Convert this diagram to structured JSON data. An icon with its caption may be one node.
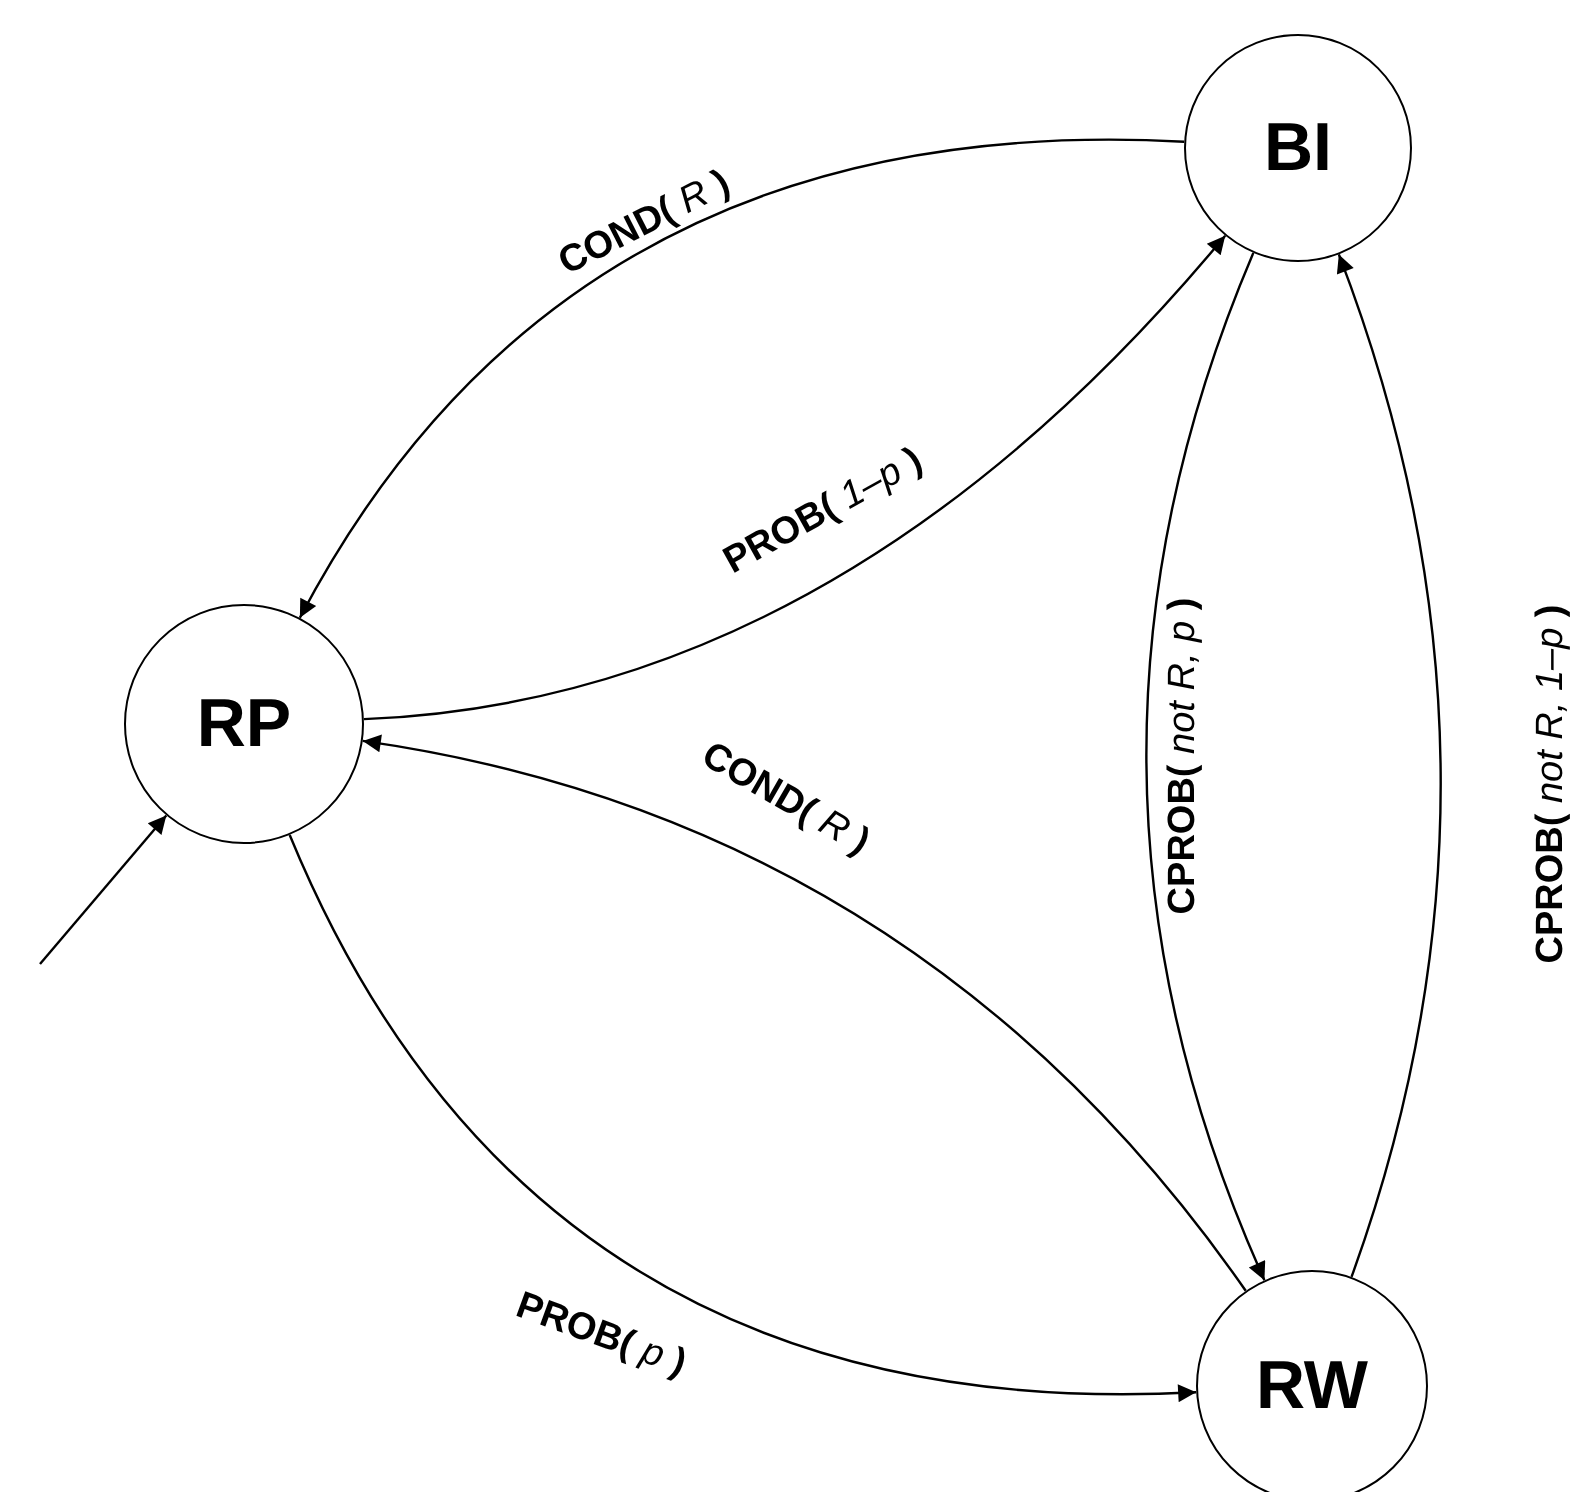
{
  "diagram": {
    "nodes": [
      {
        "text": [
          "RP"
        ]
      },
      {
        "text": [
          "BI"
        ]
      },
      {
        "text": [
          "RW"
        ]
      }
    ],
    "edges": [
      {
        "from": null,
        "to": 0,
        "arrow": "to"
      },
      {
        "from": 1,
        "to": 0,
        "arrow": "to",
        "label": "**COND(** *R* **)**"
      },
      {
        "from": 0,
        "to": 1,
        "arrow": "to",
        "label": "**PROB(** *1–p* **)**"
      },
      {
        "from": 2,
        "to": 0,
        "arrow": "to",
        "label": "**COND(** *R* **)**"
      },
      {
        "from": 0,
        "to": 2,
        "arrow": "to",
        "label": "**PROB(** *p* **)**"
      },
      {
        "from": 1,
        "to": 2,
        "arrow": "to",
        "label": "**CPROB(** *not R, p* **)**"
      },
      {
        "from": 2,
        "to": 1,
        "arrow": "to",
        "label": "**CPROB(** *not R, 1–p* **)**"
      }
    ]
  }
}
